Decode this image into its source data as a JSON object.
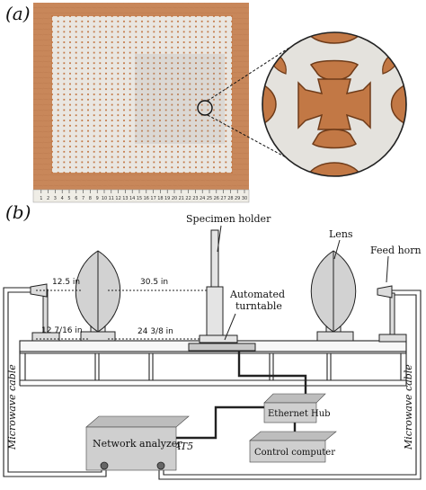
{
  "panels": {
    "a": "(a)",
    "b": "(b)"
  },
  "ruler_numbers": [
    "1",
    "2",
    "3",
    "4",
    "5",
    "6",
    "7",
    "8",
    "9",
    "10",
    "11",
    "12",
    "13",
    "14",
    "15",
    "16",
    "17",
    "18",
    "19",
    "20",
    "21",
    "22",
    "23",
    "24",
    "25",
    "26",
    "27",
    "28",
    "29",
    "30"
  ],
  "labels": {
    "specimen_holder": "Specimen holder",
    "lens": "Lens",
    "feed_horn": "Feed horn",
    "automated_turntable_line1": "Automated",
    "automated_turntable_line2": "turntable",
    "ethernet_hub": "Ethernet Hub",
    "control_computer": "Control computer",
    "network_analyzer": "Network analyzer",
    "cat5": "CAT5",
    "microwave_cable_left": "Microwave cable",
    "microwave_cable_right": "Microwave cable"
  },
  "dimensions": {
    "lens_height": "12.5 in",
    "lens_to_holder": "30.5 in",
    "horn_height": "12 7/16 in",
    "horn_to_table": "24 3/8 in"
  },
  "colors": {
    "board": "#c8875a",
    "board_edge": "#a8653a",
    "grid": "#e9e6e1",
    "hole": "#c27845",
    "metal": "#cfcfcf",
    "line": "#222222"
  }
}
